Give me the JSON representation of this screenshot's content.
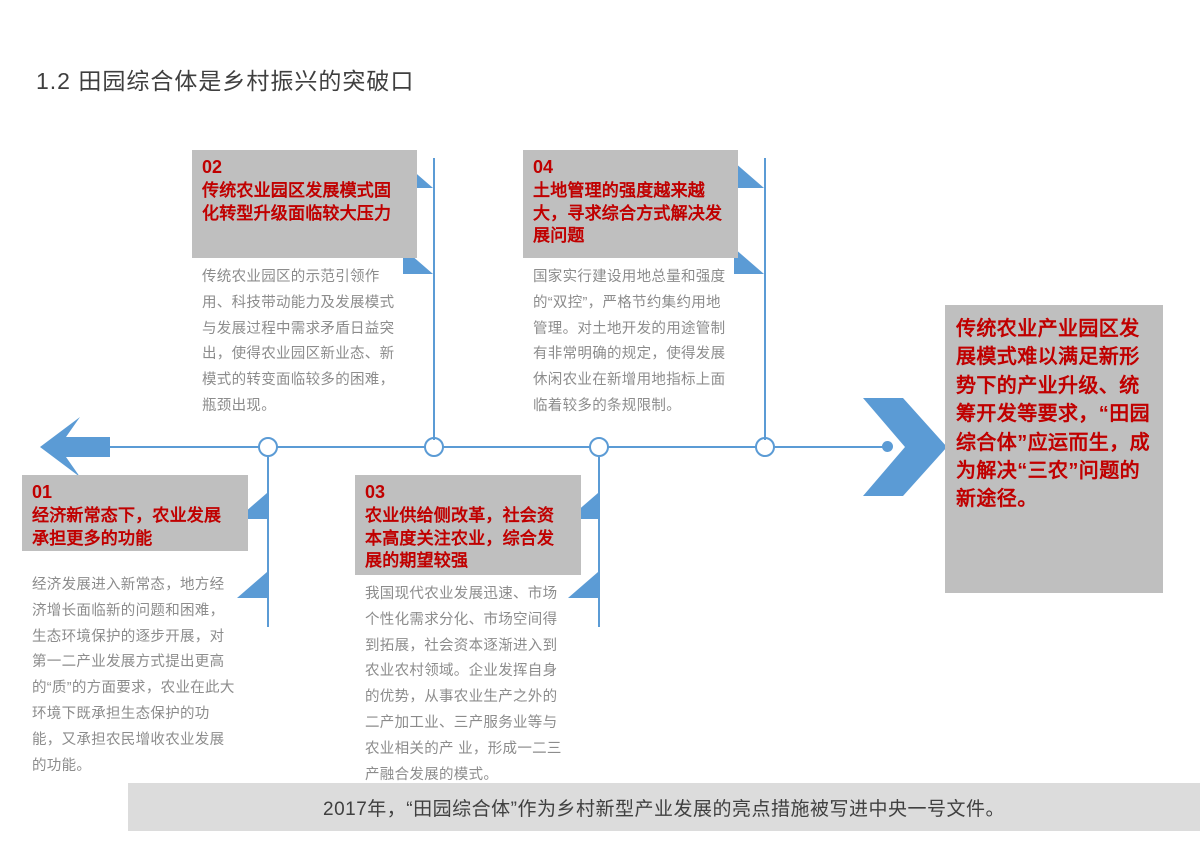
{
  "slide": {
    "title": "1.2 田园综合体是乡村振兴的突破口",
    "accent_blue": "#5b9bd5",
    "card_gray": "#bfbfbf",
    "red": "#c00000",
    "body_gray": "#8c8c8c",
    "banner_gray": "#dcdcdc"
  },
  "cards": [
    {
      "number": "01",
      "heading": "经济新常态下，农业发展承担更多的功能",
      "body": "经济发展进入新常态，地方经济增长面临新的问题和困难，生态环境保护的逐步开展，对第一二产业发展方式提出更高的“质”的方面要求，农业在此大环境下既承担生态保护的功能，又承担农民增收农业发展的功能。"
    },
    {
      "number": "02",
      "heading": "传统农业园区发展模式固化转型升级面临较大压力",
      "body": "传统农业园区的示范引领作用、科技带动能力及发展模式与发展过程中需求矛盾日益突出，使得农业园区新业态、新模式的转变面临较多的困难，瓶颈出现。"
    },
    {
      "number": "03",
      "heading": "农业供给侧改革，社会资本高度关注农业，综合发展的期望较强",
      "body": "我国现代农业发展迅速、市场个性化需求分化、市场空间得到拓展，社会资本逐渐进入到农业农村领域。企业发挥自身的优势，从事农业生产之外的二产加工业、三产服务业等与农业相关的产 业，形成一二三产融合发展的模式。"
    },
    {
      "number": "04",
      "heading": "土地管理的强度越来越大，寻求综合方式解决发展问题",
      "body": "国家实行建设用地总量和强度的“双控”，严格节约集约用地 管理。对土地开发的用途管制有非常明确的规定，使得发展休闲农业在新增用地指标上面临着较多的条规限制。"
    }
  ],
  "conclusion": {
    "text": "传统农业产业园区发展模式难以满足新形势下的产业升级、统筹开发等要求，“田园综合体”应运而生，成为解决“三农”问题的新途径。"
  },
  "footer": {
    "text": "2017年，“田园综合体”作为乡村新型产业发展的亮点措施被写进中央一号文件。"
  }
}
